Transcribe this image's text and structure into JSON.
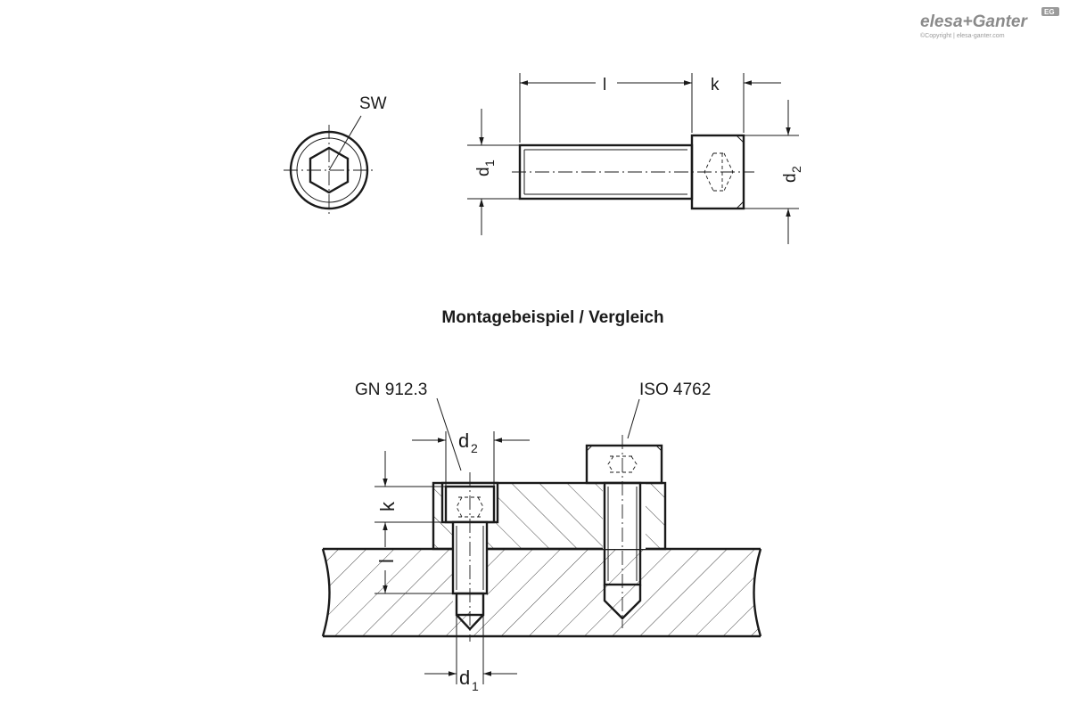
{
  "logo": {
    "brand": "elesa+Ganter",
    "copyright": "©Copyright | elesa-ganter.com",
    "badge": "EG"
  },
  "top_view": {
    "sw_label": "SW"
  },
  "side_view": {
    "l_label": "l",
    "k_label": "k",
    "d1_label": "d",
    "d1_sub": "1",
    "d2_label": "d",
    "d2_sub": "2"
  },
  "section_title": "Montagebeispiel / Vergleich",
  "assembly": {
    "left_label": "GN 912.3",
    "right_label": "ISO 4762",
    "d2_label": "d",
    "d2_sub": "2",
    "k_label": "k",
    "l_label": "l",
    "d1_label": "d",
    "d1_sub": "1"
  }
}
